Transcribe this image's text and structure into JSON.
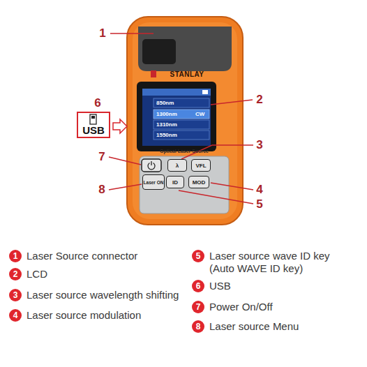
{
  "diagram": {
    "nodes": [
      {
        "text": [
          "850nm",
          "1300nm",
          "CW",
          "1310nm",
          "1550nm"
        ]
      },
      {
        "text": [
          "Optical Laser Source"
        ]
      },
      {
        "text": [
          "λ"
        ],
        "in": 1
      },
      {
        "text": [
          "VFL"
        ],
        "in": 1
      },
      {
        "text": [
          "Laser ON"
        ],
        "in": 1
      },
      {
        "text": [
          "ID"
        ],
        "in": 1
      },
      {
        "text": [
          "MOD"
        ],
        "in": 1
      },
      {
        "text": [
          "USB"
        ]
      }
    ],
    "labels": [
      "1",
      "2",
      "3",
      "4",
      "5",
      "6",
      "7",
      "8",
      "STANLAY",
      "1",
      "Laser Source connector",
      "2",
      "LCD",
      "3",
      "Laser source wavelength shifting",
      "4",
      "Laser source modulation",
      "5",
      "Laser source wave ID key (Auto WAVE ID key)",
      "6",
      "USB",
      "7",
      "Power On/Off",
      "8",
      "Laser source Menu"
    ]
  }
}
